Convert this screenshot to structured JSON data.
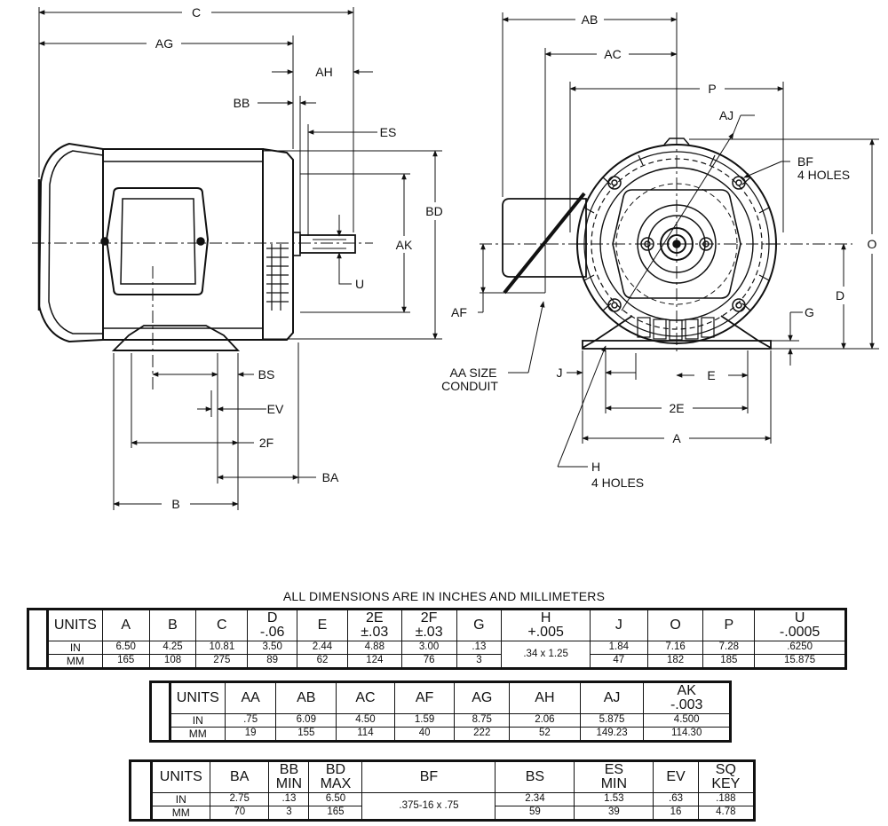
{
  "drawing": {
    "labels": {
      "c": "C",
      "ag": "AG",
      "ah": "AH",
      "bb": "BB",
      "es": "ES",
      "bd": "BD",
      "ak": "AK",
      "u": "U",
      "bs": "BS",
      "ev": "EV",
      "2f": "2F",
      "ba": "BA",
      "b": "B",
      "ab": "AB",
      "ac": "AC",
      "p": "P",
      "aj": "AJ",
      "bf1": "BF",
      "bf2": "4 HOLES",
      "o": "O",
      "d": "D",
      "g": "G",
      "af": "AF",
      "aa1": "AA SIZE",
      "aa2": "CONDUIT",
      "j": "J",
      "e": "E",
      "2e": "2E",
      "a": "A",
      "h1": "H",
      "h2": "4 HOLES"
    }
  },
  "caption": "ALL DIMENSIONS ARE IN INCHES AND MILLIMETERS",
  "table1": {
    "headers": [
      {
        "l1": "UNITS",
        "l2": ""
      },
      {
        "l1": "A",
        "l2": ""
      },
      {
        "l1": "B",
        "l2": ""
      },
      {
        "l1": "C",
        "l2": ""
      },
      {
        "l1": "D",
        "l2": "-.06"
      },
      {
        "l1": "E",
        "l2": ""
      },
      {
        "l1": "2E",
        "l2": "±.03"
      },
      {
        "l1": "2F",
        "l2": "±.03"
      },
      {
        "l1": "G",
        "l2": ""
      },
      {
        "l1": "H",
        "l2": "+.005"
      },
      {
        "l1": "J",
        "l2": ""
      },
      {
        "l1": "O",
        "l2": ""
      },
      {
        "l1": "P",
        "l2": ""
      },
      {
        "l1": "U",
        "l2": "-.0005"
      }
    ],
    "in": [
      "IN",
      "6.50",
      "4.25",
      "10.81",
      "3.50",
      "2.44",
      "4.88",
      "3.00",
      ".13",
      ".34 x 1.25",
      "1.84",
      "7.16",
      "7.28",
      ".6250"
    ],
    "mm": [
      "MM",
      "165",
      "108",
      "275",
      "89",
      "62",
      "124",
      "76",
      "3",
      "47",
      "182",
      "185",
      "15.875"
    ]
  },
  "table2": {
    "headers": [
      {
        "l1": "UNITS",
        "l2": ""
      },
      {
        "l1": "AA",
        "l2": ""
      },
      {
        "l1": "AB",
        "l2": ""
      },
      {
        "l1": "AC",
        "l2": ""
      },
      {
        "l1": "AF",
        "l2": ""
      },
      {
        "l1": "AG",
        "l2": ""
      },
      {
        "l1": "AH",
        "l2": ""
      },
      {
        "l1": "AJ",
        "l2": ""
      },
      {
        "l1": "AK",
        "l2": "-.003"
      }
    ],
    "in": [
      "IN",
      ".75",
      "6.09",
      "4.50",
      "1.59",
      "8.75",
      "2.06",
      "5.875",
      "4.500"
    ],
    "mm": [
      "MM",
      "19",
      "155",
      "114",
      "40",
      "222",
      "52",
      "149.23",
      "114.30"
    ]
  },
  "table3": {
    "headers": [
      {
        "l1": "UNITS",
        "l2": ""
      },
      {
        "l1": "BA",
        "l2": ""
      },
      {
        "l1": "BB",
        "l2": "MIN"
      },
      {
        "l1": "BD",
        "l2": "MAX"
      },
      {
        "l1": "BF",
        "l2": ""
      },
      {
        "l1": "BS",
        "l2": ""
      },
      {
        "l1": "ES",
        "l2": "MIN"
      },
      {
        "l1": "EV",
        "l2": ""
      },
      {
        "l1": "SQ",
        "l2": "KEY"
      }
    ],
    "in": [
      "IN",
      "2.75",
      ".13",
      "6.50",
      ".375-16 x .75",
      "2.34",
      "1.53",
      ".63",
      ".188"
    ],
    "mm": [
      "MM",
      "70",
      "3",
      "165",
      "59",
      "39",
      "16",
      "4.78"
    ]
  }
}
